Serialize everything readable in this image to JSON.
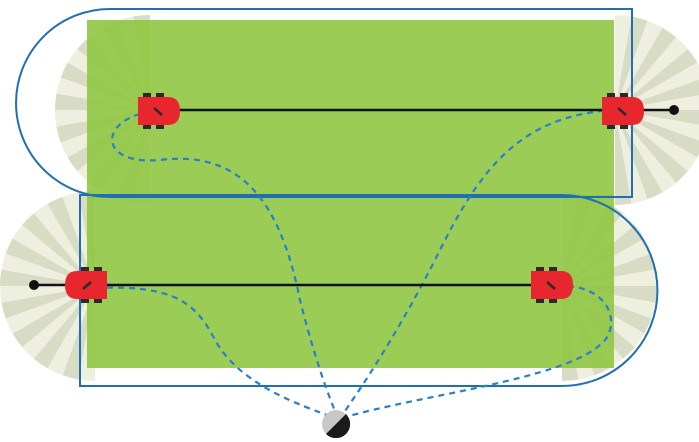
{
  "colors": {
    "background": "#ffffff",
    "field": "#8dc63f",
    "boundary": "#1f6fb2",
    "track": "#111111",
    "path": "#2a7fc9",
    "robot": "#e8262d",
    "robot_dark": "#2a2a2a",
    "sensor_light": "#efefe0",
    "sensor_dark": "#d9dcc4",
    "beacon_light": "#c8c8c8",
    "beacon_dark": "#1a1a1a"
  },
  "icons": {
    "robot": "mower-robot-icon",
    "beacon": "base-station-icon",
    "track_end": "track-endpoint-icon"
  },
  "diagram": {
    "fields": 2,
    "tracks": 2,
    "robots": 4,
    "base_stations": 1,
    "sensor_sweeps": 4,
    "dashed_paths": 4
  }
}
